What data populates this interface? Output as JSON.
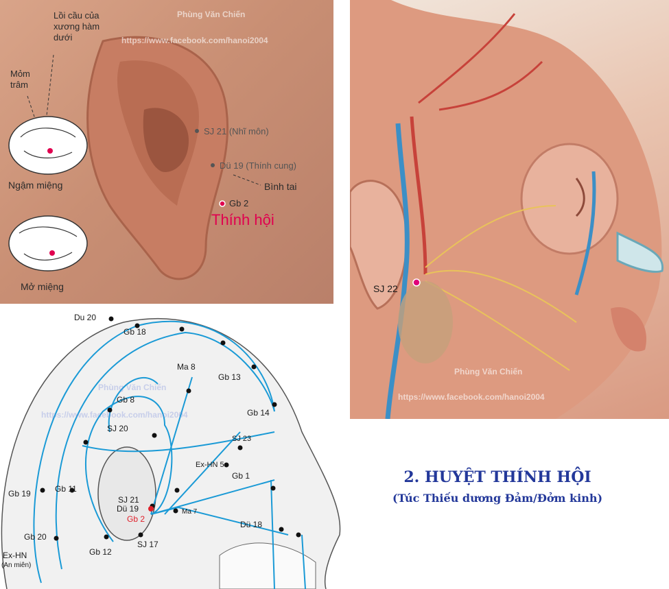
{
  "ear_photo": {
    "labels": {
      "loi_cau": "Lồi cầu của\nxương hàm\ndưới",
      "mom_tram": "Mỏm\ntrâm",
      "ngam_mieng": "Ngậm miệng",
      "mo_mieng": "Mở miệng",
      "sj21": "SJ 21 (Nhĩ môn)",
      "du19": "Dü 19 (Thính cung)",
      "binh_tai": "Bình tai",
      "gb2": "Gb 2",
      "point_name": "Thính hội"
    },
    "watermark_name": "Phùng Văn Chiến",
    "watermark_url": "https://www.facebook.com/hanoi2004",
    "point_color": "#e0004f"
  },
  "anatomy": {
    "label": "SJ 22",
    "watermark_name": "Phùng Văn Chiến",
    "watermark_url": "https://www.facebook.com/hanoi2004",
    "point_color": "#e0007a"
  },
  "diagram": {
    "points": {
      "du20": "Du 20",
      "gb18": "Gb 18",
      "ma8": "Ma 8",
      "gb13": "Gb 13",
      "gb8": "Gb 8",
      "gb14": "Gb 14",
      "sj20": "SJ 20",
      "sj23": "SJ 23",
      "exhn5": "Ex-HN 5",
      "gb1": "Gb 1",
      "gb19": "Gb 19",
      "gb11": "Gb 11",
      "sj21": "SJ 21",
      "du19": "Dü 19",
      "ma7": "Ma 7",
      "gb2": "Gb 2",
      "du18": "Dü 18",
      "gb20": "Gb 20",
      "gb12": "Gb 12",
      "sj17": "SJ 17",
      "exhn": "Ex-HN",
      "an_mien": "(An miên)"
    },
    "watermark_name": "Phùng Văn Chiến",
    "watermark_url": "https://www.facebook.com/hanoi2004",
    "line_color": "#1a9ad6",
    "highlight_color": "#e0202a"
  },
  "title": {
    "main": "2. HUYỆT THÍNH HỘI",
    "sub": "(Túc Thiếu dương Đảm/Đởm kinh)",
    "color": "#23389a"
  }
}
